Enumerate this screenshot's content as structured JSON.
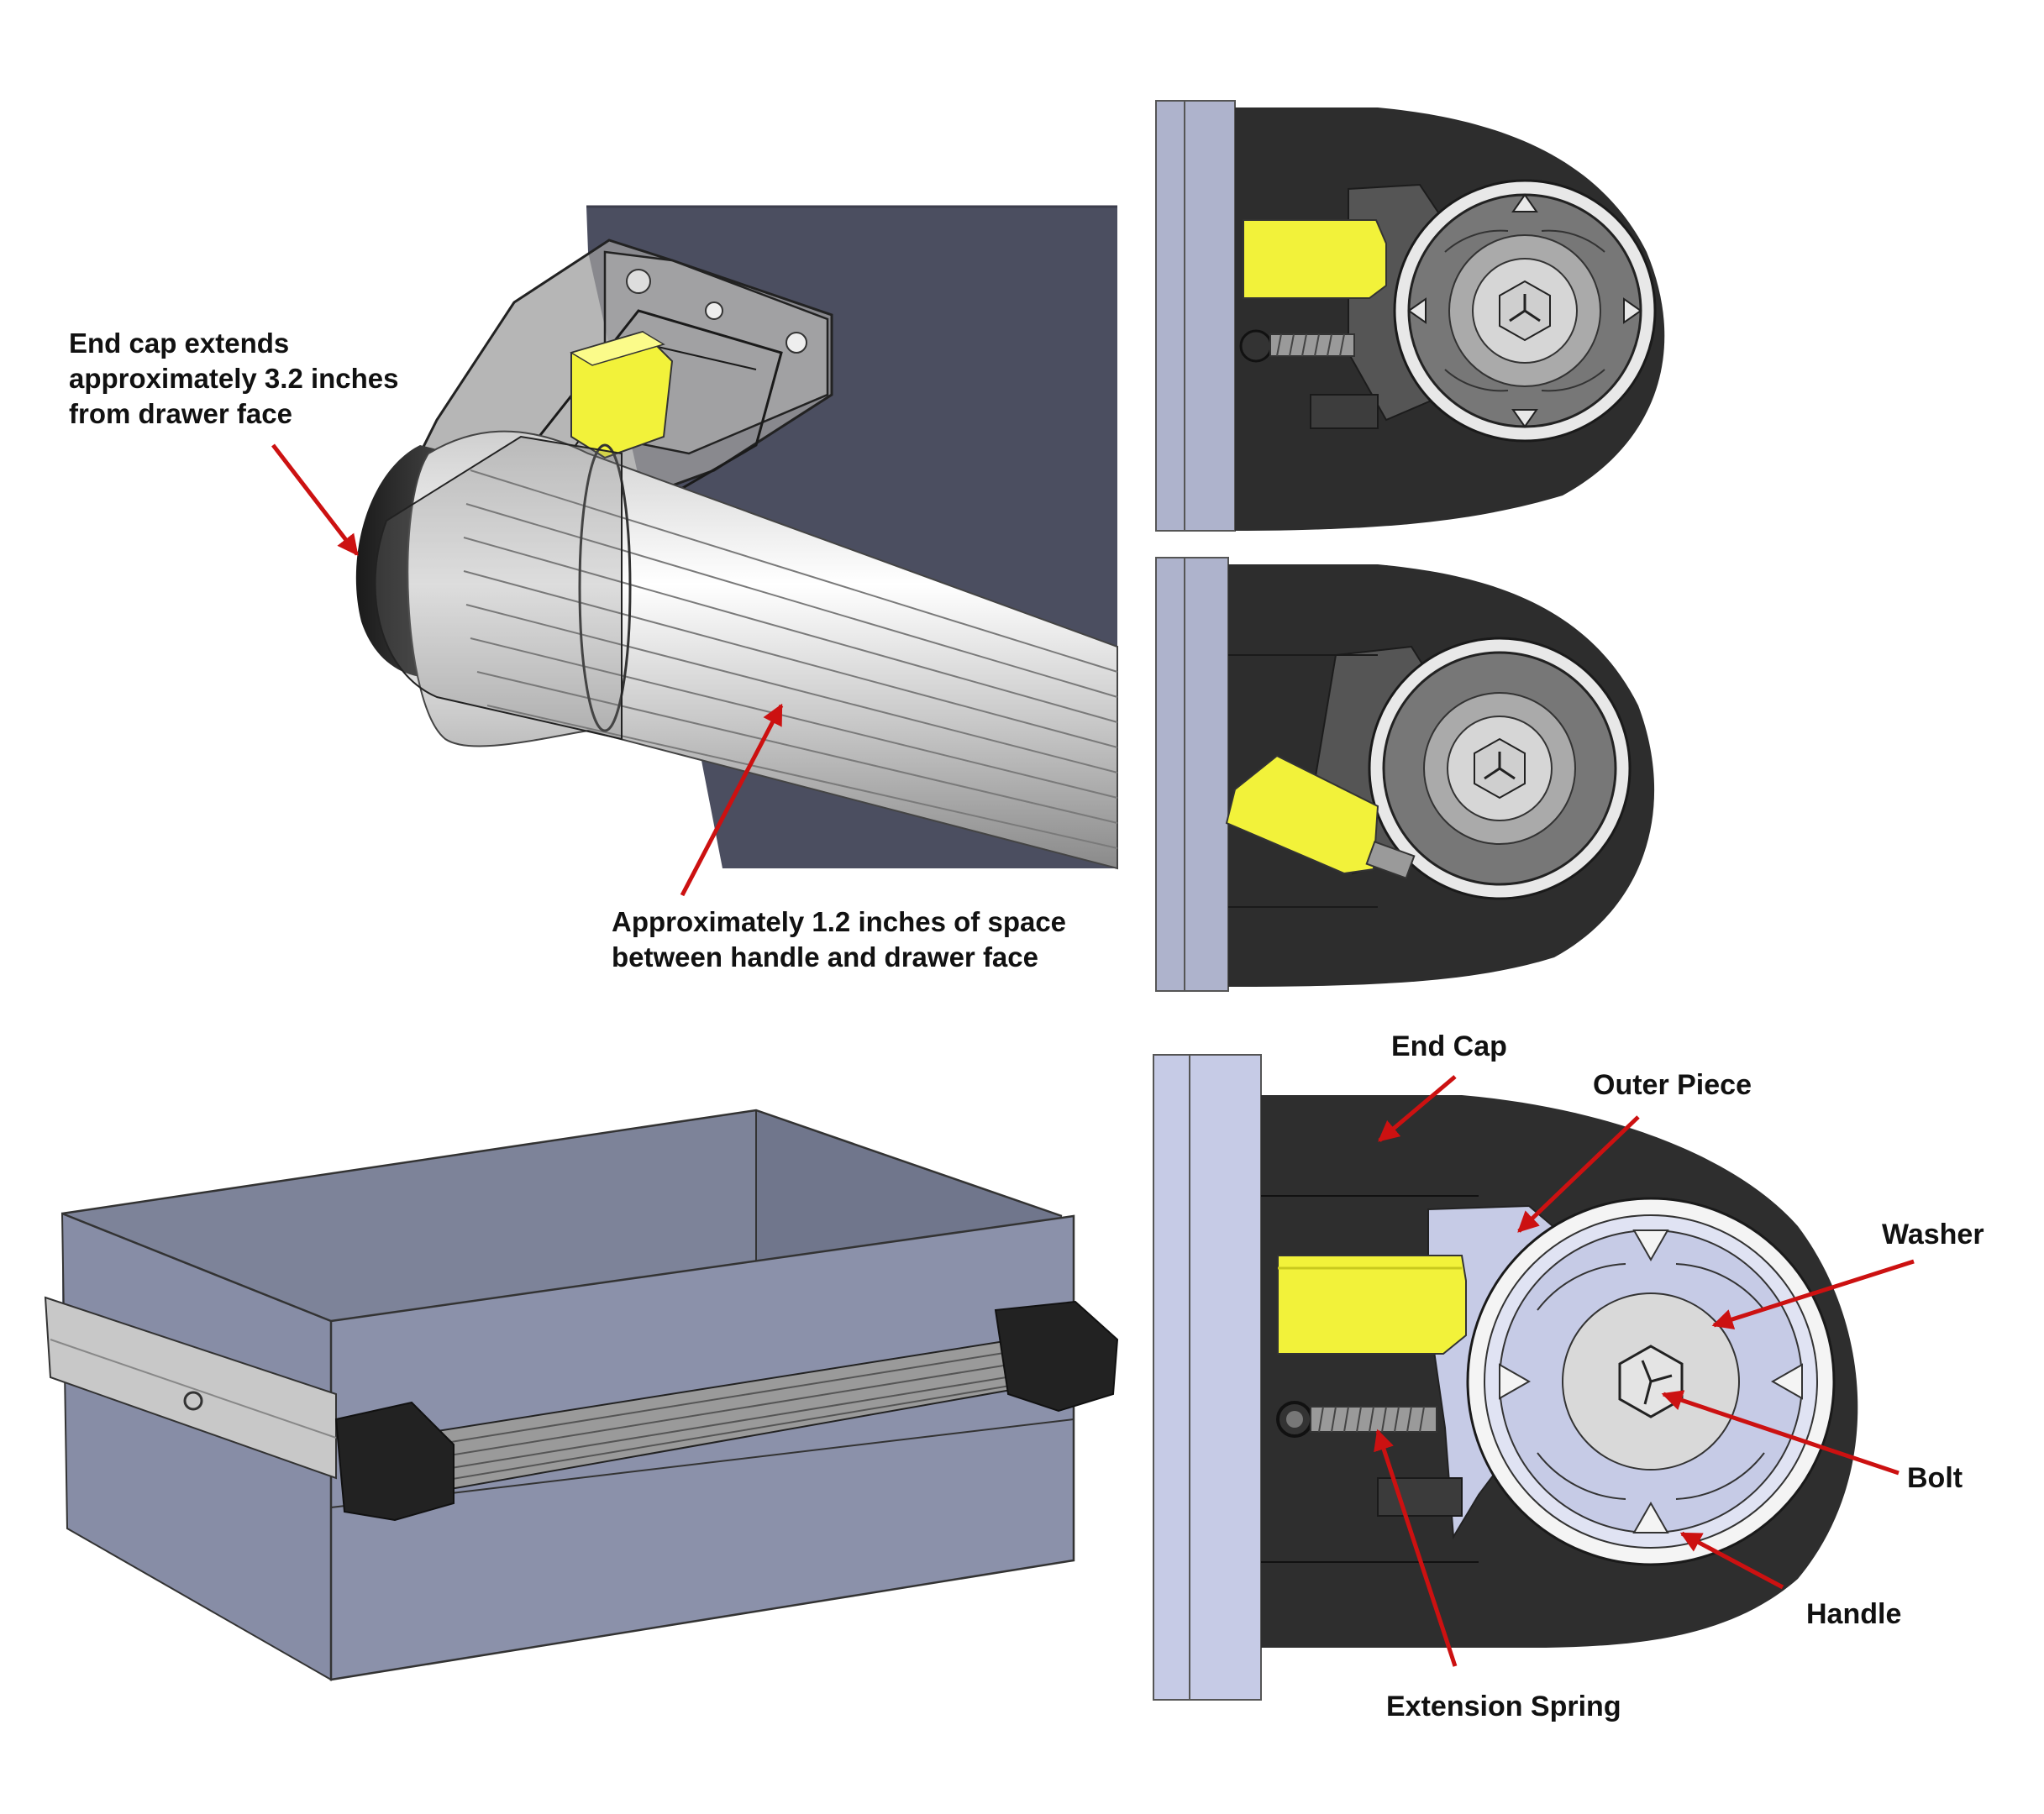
{
  "colors": {
    "annotation_arrow": "#cc1111",
    "spring_latch": "#f2f23a",
    "drawer_body": "#828aa2",
    "drawer_face_dark": "#4b4e60",
    "drawer_face_light": "#c9cfe7",
    "end_cap": "#2e2e2e",
    "washer": "#c6cbe3",
    "bolt": "#d6d6d6"
  },
  "callouts": {
    "end_cap_extends": [
      "End cap extends",
      "approximately 3.2 inches",
      "from drawer face"
    ],
    "space_between": [
      "Approximately 1.2 inches of space",
      "between handle and drawer face"
    ]
  },
  "labels": {
    "end_cap": "End Cap",
    "outer_piece": "Outer Piece",
    "washer": "Washer",
    "bolt": "Bolt",
    "handle": "Handle",
    "extension_spring": "Extension Spring"
  }
}
